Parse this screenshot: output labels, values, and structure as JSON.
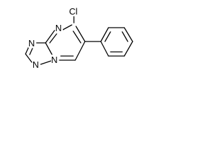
{
  "molecule": {
    "atoms": {
      "chlorine": "Cl",
      "nitrogen_pyrimidine_top": "N",
      "nitrogen_triazole_left": "N",
      "nitrogen_triazole_bottom": "N",
      "nitrogen_bridgehead": "N"
    },
    "colors": {
      "bond": "#000000",
      "label": "#000000",
      "background": "#ffffff"
    }
  }
}
